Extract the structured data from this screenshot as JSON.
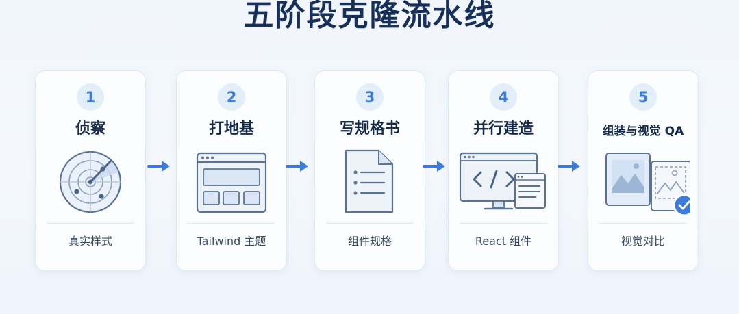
{
  "title": "五阶段克隆流水线",
  "stages": [
    {
      "number": "1",
      "title": "侦察",
      "caption": "真实样式",
      "icon": "radar-icon"
    },
    {
      "number": "2",
      "title": "打地基",
      "caption": "Tailwind 主题",
      "icon": "layout-wireframe-icon"
    },
    {
      "number": "3",
      "title": "写规格书",
      "caption": "组件规格",
      "icon": "document-list-icon"
    },
    {
      "number": "4",
      "title": "并行建造",
      "caption": "React 组件",
      "icon": "code-monitor-icon"
    },
    {
      "number": "5",
      "title": "组装与视觉 QA",
      "caption": "视觉对比",
      "icon": "image-compare-check-icon"
    }
  ],
  "colors": {
    "accent": "#3d7bd8",
    "title": "#17305a",
    "icon_stroke": "#5a7393"
  }
}
